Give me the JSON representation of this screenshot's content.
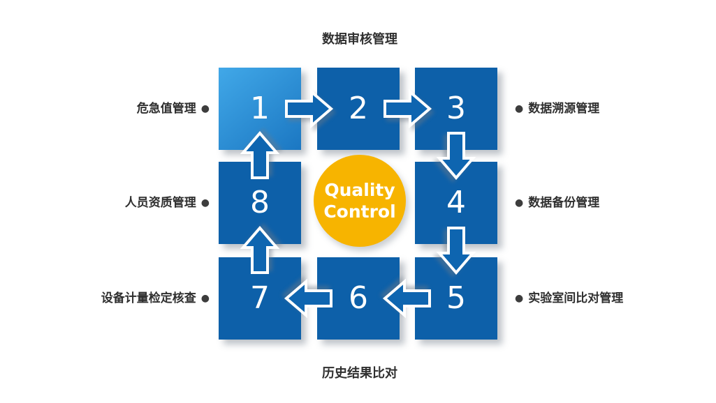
{
  "diagram": {
    "top_label": "数据审核管理",
    "bottom_label": "历史结果比对",
    "left_labels": [
      "危急值管理",
      "人员资质管理",
      "设备计量检定核查"
    ],
    "right_labels": [
      "数据溯源管理",
      "数据备份管理",
      "实验室间比对管理"
    ],
    "bullet": "●",
    "numbers": [
      "1",
      "2",
      "3",
      "4",
      "5",
      "6",
      "7",
      "8"
    ],
    "center": {
      "line1": "Quality",
      "line2": "Control"
    }
  },
  "colors": {
    "box_blue": "#0d60a9",
    "box_blue_light_start": "#41a8e8",
    "box_blue_light_end": "#1b77c2",
    "arrow_blue": "#0e65b0",
    "circle_yellow": "#f7b400",
    "text_dark": "#2f2f2f",
    "number_white": "#ffffff"
  }
}
